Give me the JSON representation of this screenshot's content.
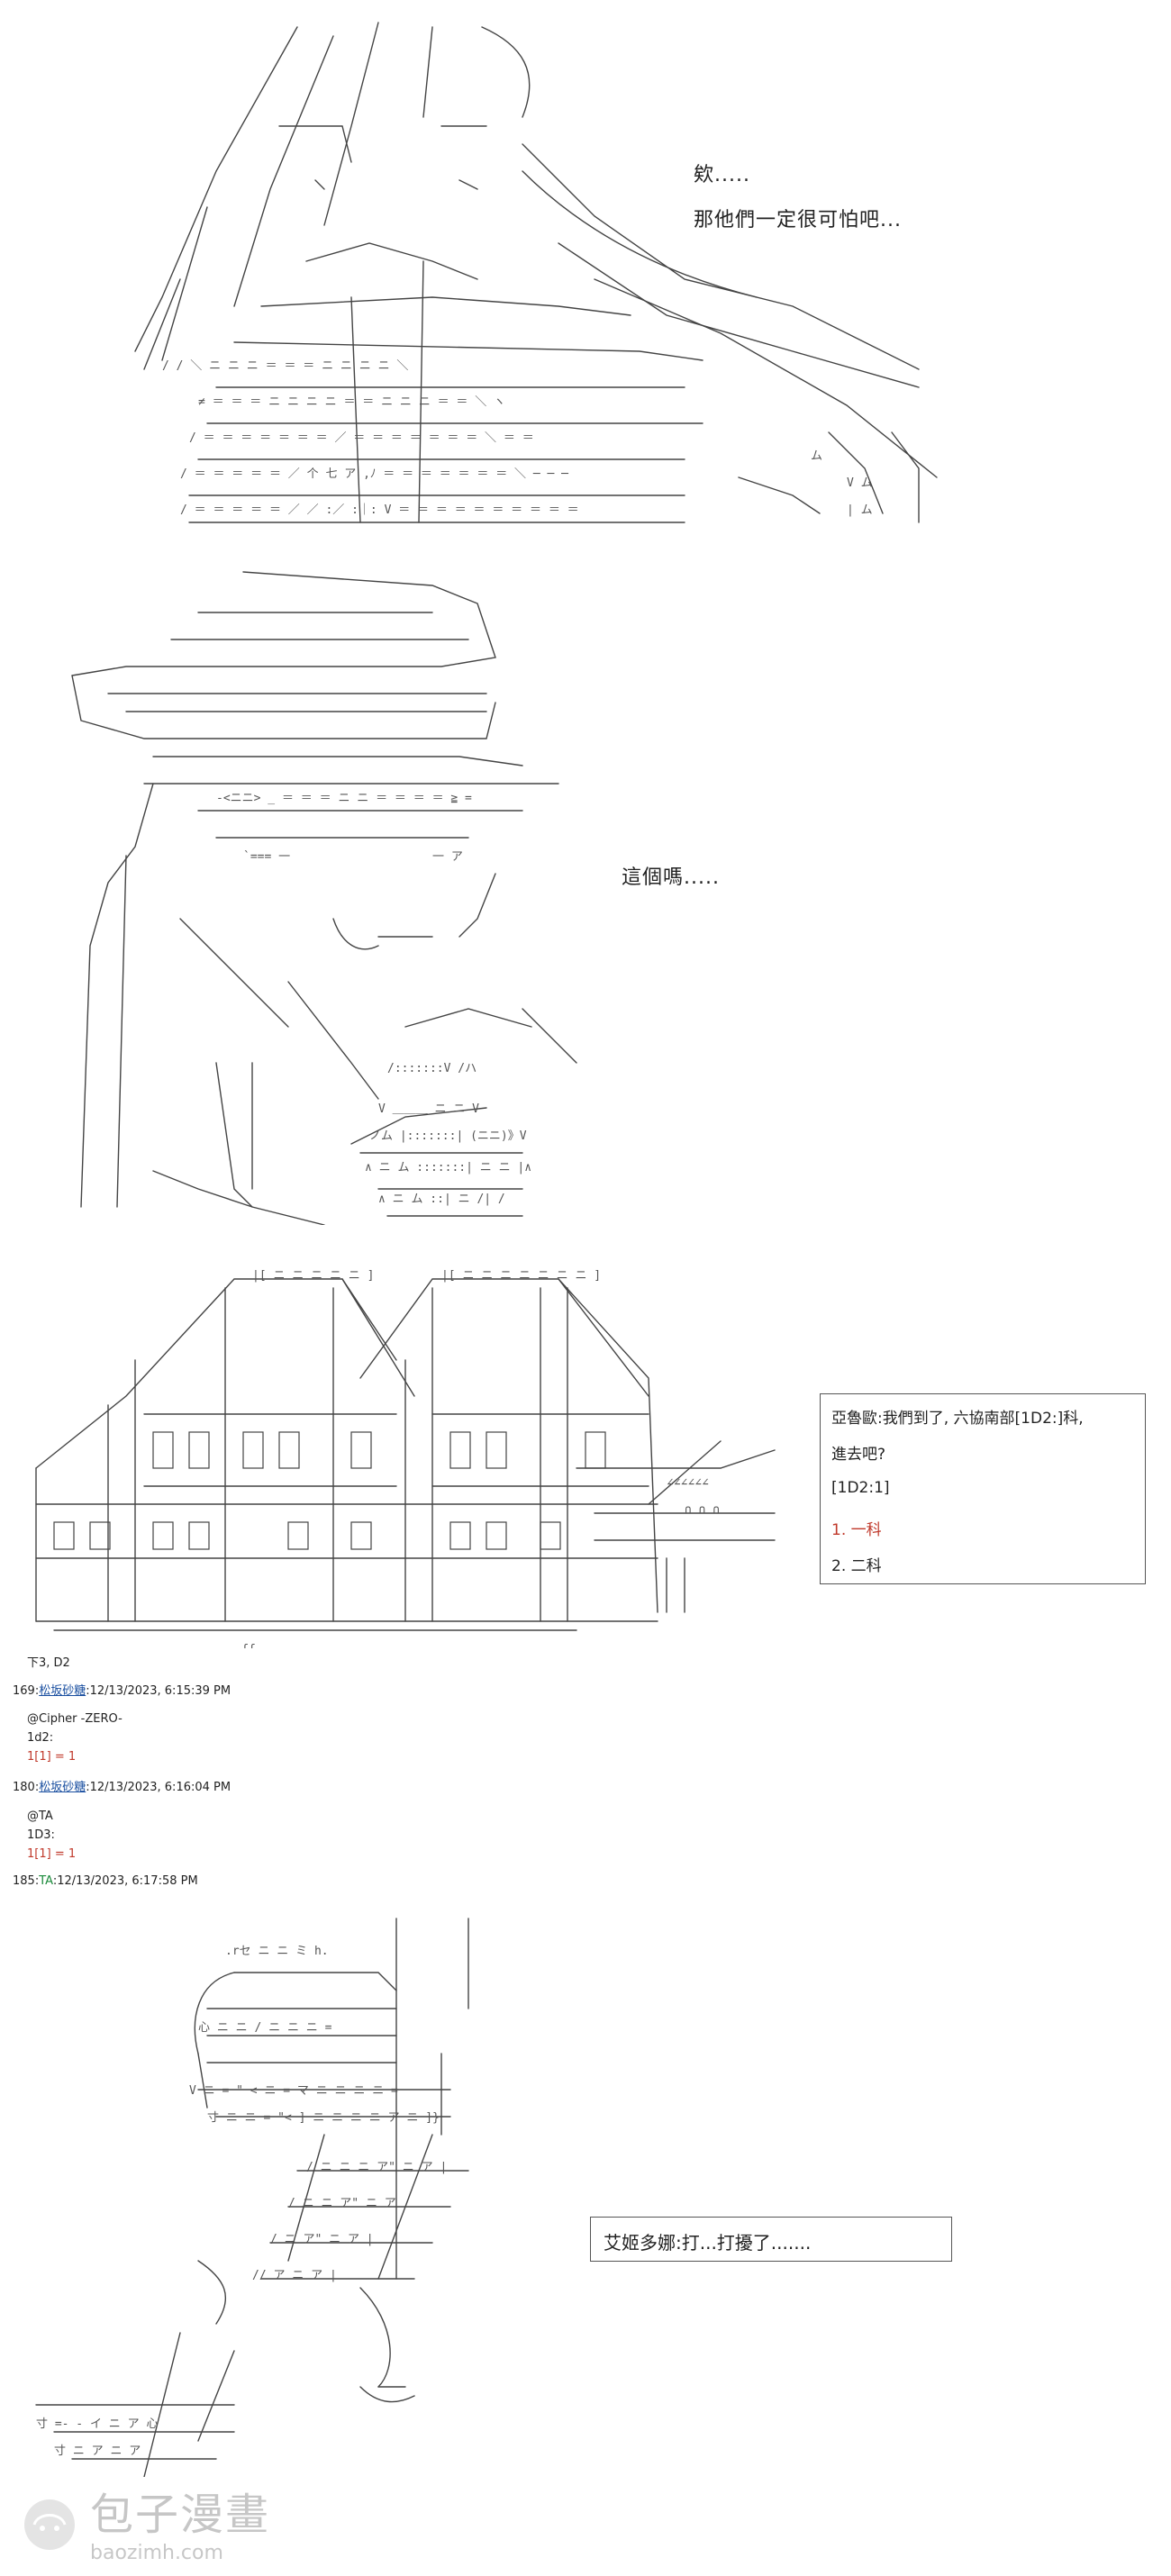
{
  "panel1": {
    "line1": "欸.....",
    "line2": "那他們一定很可怕吧..."
  },
  "panel2": {
    "line1": "這個嗎....."
  },
  "panel3": {
    "narration_line1": "亞魯歐:我們到了, 六協南部[1D2:]科,",
    "narration_line2": "進去吧?",
    "narration_line3": "[1D2:1]",
    "option1": "1. 一科",
    "option2": "2. 二科"
  },
  "posts": {
    "header": "下3, D2",
    "post169_num": "169:",
    "post169_name": "松坂砂糖",
    "post169_time": ":12/13/2023, 6:15:39 PM",
    "post169_line1": "@Cipher -ZERO-",
    "post169_line2": "1d2:",
    "post169_line3": "1[1] = 1",
    "post180_num": "180:",
    "post180_name": "松坂砂糖",
    "post180_time": ":12/13/2023, 6:16:04 PM",
    "post180_line1": "@TA",
    "post180_line2": "1D3:",
    "post180_line3": "1[1] = 1",
    "post185_num": "185:",
    "post185_name": "TA",
    "post185_time": ":12/13/2023, 6:17:58 PM"
  },
  "panel4": {
    "line1": "艾姬多娜:打...打擾了......."
  },
  "watermark": {
    "title": "包子漫畫",
    "url": "baozimh.com"
  }
}
